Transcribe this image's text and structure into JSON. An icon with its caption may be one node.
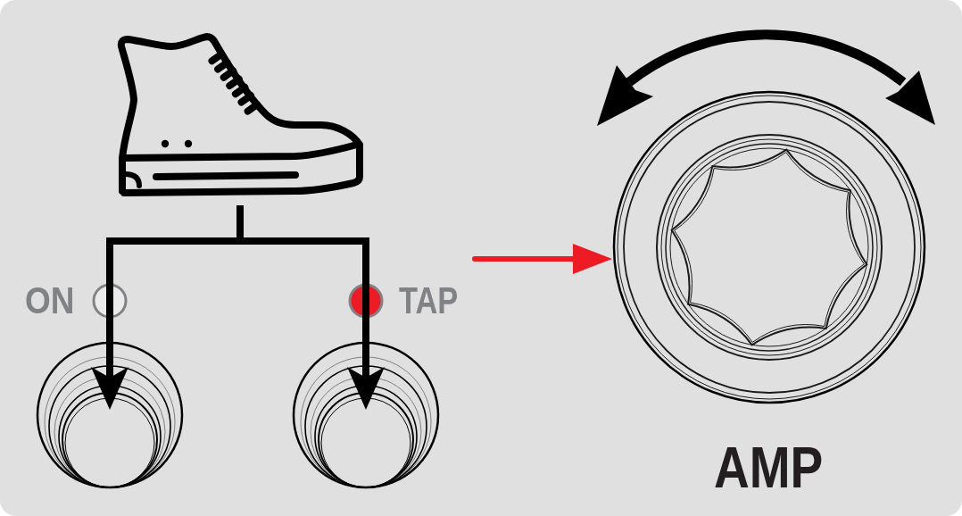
{
  "diagram": {
    "nodes": [
      {
        "text": [],
        "shape": "picture"
      },
      {
        "text": [],
        "shape": "circle",
        "beside": [
          "ON"
        ]
      },
      {
        "text": [],
        "shape": "circle",
        "beside": [
          "TAP"
        ]
      },
      {
        "text": [],
        "shape": "circle",
        "beside": [
          "AMP"
        ]
      }
    ],
    "edges": [
      {
        "from": 0,
        "to": 1,
        "arrow": "to"
      },
      {
        "from": 0,
        "to": 2,
        "arrow": "to"
      },
      {
        "from": null,
        "to": 3,
        "arrow": "to",
        "color": "#ed1c24"
      }
    ]
  }
}
